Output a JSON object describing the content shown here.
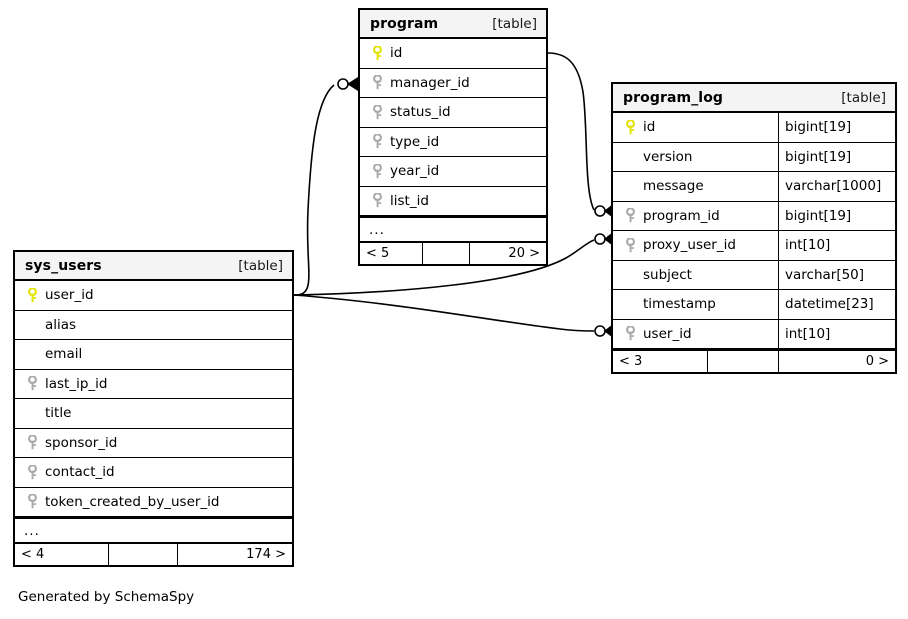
{
  "diagram": {
    "generator_note": "Generated by SchemaSpy",
    "table_tag": "[table]",
    "ellipsis": "...",
    "colors": {
      "primary_key": "#e8e800",
      "foreign_key": "#aaaaaa",
      "border": "#000000",
      "header_background": "#f4f4f4",
      "background": "#ffffff"
    },
    "tables": [
      {
        "id": "program",
        "name": "program",
        "tag": "[table]",
        "has_type_column": false,
        "columns": [
          {
            "name": "id",
            "key": "primary",
            "type": ""
          },
          {
            "name": "manager_id",
            "key": "foreign",
            "type": ""
          },
          {
            "name": "status_id",
            "key": "foreign",
            "type": ""
          },
          {
            "name": "type_id",
            "key": "foreign",
            "type": ""
          },
          {
            "name": "year_id",
            "key": "foreign",
            "type": ""
          },
          {
            "name": "list_id",
            "key": "foreign",
            "type": ""
          }
        ],
        "more_indicator": "...",
        "footer": {
          "left": "< 5",
          "middle": "",
          "right": "20 >"
        }
      },
      {
        "id": "program_log",
        "name": "program_log",
        "tag": "[table]",
        "has_type_column": true,
        "columns": [
          {
            "name": "id",
            "key": "primary",
            "type": "bigint[19]"
          },
          {
            "name": "version",
            "key": "none",
            "type": "bigint[19]"
          },
          {
            "name": "message",
            "key": "none",
            "type": "varchar[1000]"
          },
          {
            "name": "program_id",
            "key": "foreign",
            "type": "bigint[19]"
          },
          {
            "name": "proxy_user_id",
            "key": "foreign",
            "type": "int[10]"
          },
          {
            "name": "subject",
            "key": "none",
            "type": "varchar[50]"
          },
          {
            "name": "timestamp",
            "key": "none",
            "type": "datetime[23]"
          },
          {
            "name": "user_id",
            "key": "foreign",
            "type": "int[10]"
          }
        ],
        "more_indicator": "",
        "footer": {
          "left": "< 3",
          "middle": "",
          "right": "0 >"
        }
      },
      {
        "id": "sys_users",
        "name": "sys_users",
        "tag": "[table]",
        "has_type_column": false,
        "columns": [
          {
            "name": "user_id",
            "key": "primary",
            "type": ""
          },
          {
            "name": "alias",
            "key": "none",
            "type": ""
          },
          {
            "name": "email",
            "key": "none",
            "type": ""
          },
          {
            "name": "last_ip_id",
            "key": "foreign",
            "type": ""
          },
          {
            "name": "title",
            "key": "none",
            "type": ""
          },
          {
            "name": "sponsor_id",
            "key": "foreign",
            "type": ""
          },
          {
            "name": "contact_id",
            "key": "foreign",
            "type": ""
          },
          {
            "name": "token_created_by_user_id",
            "key": "foreign",
            "type": ""
          }
        ],
        "more_indicator": "...",
        "footer": {
          "left": "< 4",
          "middle": "",
          "right": "174 >"
        }
      }
    ],
    "relationships": [
      {
        "from_table": "sys_users",
        "from_column": "user_id",
        "to_table": "program",
        "to_column": "manager_id"
      },
      {
        "from_table": "program",
        "from_column": "id",
        "to_table": "program_log",
        "to_column": "program_id"
      },
      {
        "from_table": "sys_users",
        "from_column": "user_id",
        "to_table": "program_log",
        "to_column": "proxy_user_id"
      },
      {
        "from_table": "sys_users",
        "from_column": "user_id",
        "to_table": "program_log",
        "to_column": "user_id"
      }
    ]
  }
}
